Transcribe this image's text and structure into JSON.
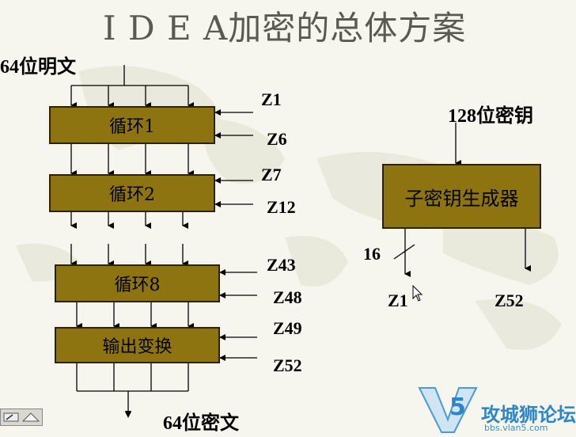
{
  "title": "I D E A加密的总体方案",
  "inputs": {
    "plaintext": "64位明文",
    "key": "128位密钥",
    "ciphertext": "64位密文"
  },
  "boxes": {
    "round1": "循环1",
    "round2": "循环2",
    "round8": "循环8",
    "output": "输出变换",
    "keygen": "子密钥生成器"
  },
  "subkeys": {
    "z1": "Z1",
    "z6": "Z6",
    "z7": "Z7",
    "z12": "Z12",
    "z43": "Z43",
    "z48": "Z48",
    "z49": "Z49",
    "z52": "Z52",
    "gen_out_left": "Z1",
    "gen_out_right": "Z52",
    "bus_width": "16"
  },
  "watermark": {
    "brand": "攻城狮论坛",
    "url": "bbs.vlan5.com"
  }
}
